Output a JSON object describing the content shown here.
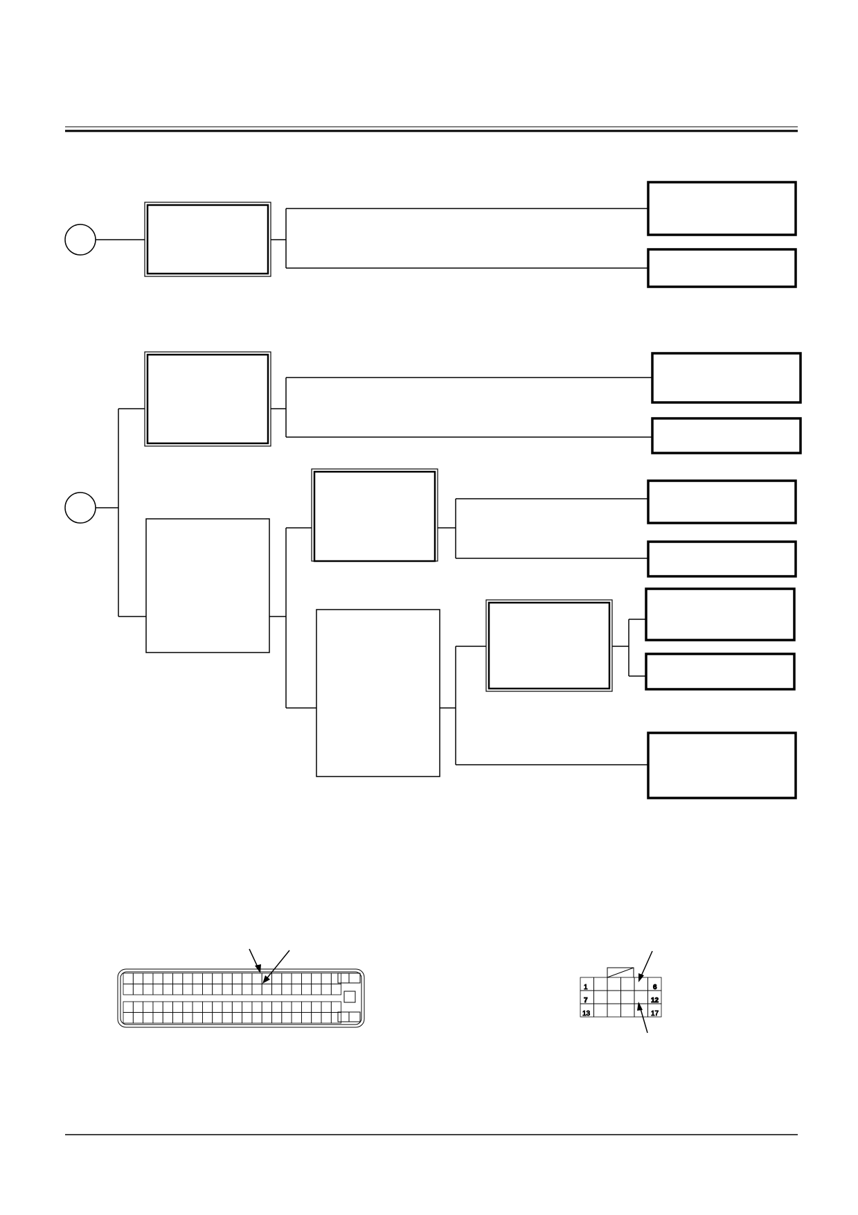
{
  "connector_small": {
    "pin_labels": [
      "1",
      "6",
      "7",
      "12",
      "13",
      "17"
    ]
  },
  "colors": {
    "line": "#000000",
    "background": "#ffffff"
  }
}
